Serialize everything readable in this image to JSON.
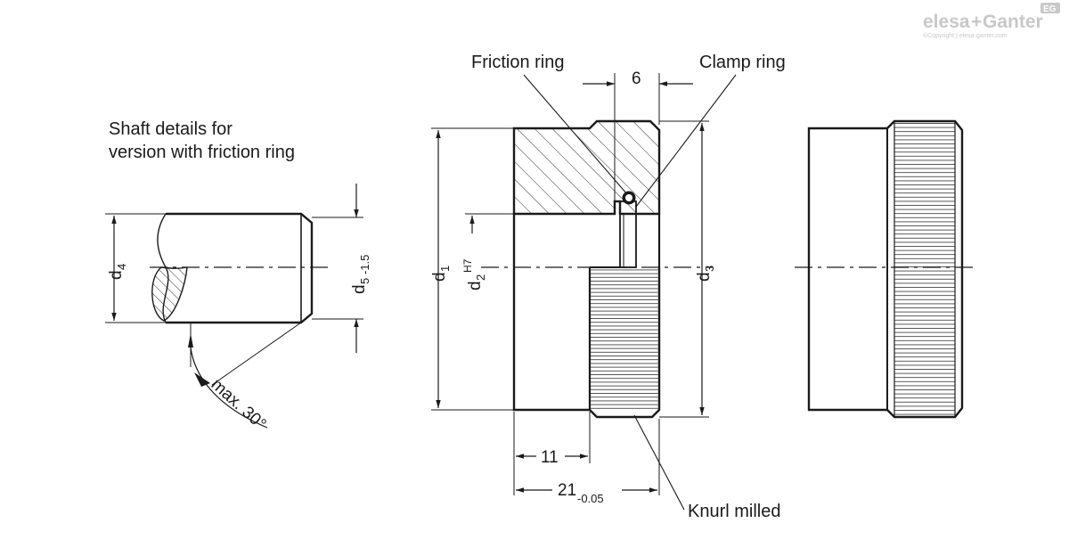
{
  "logo": {
    "brand_left": "elesa",
    "brand_plus": "+",
    "brand_right": "Ganter",
    "badge": "EG",
    "copyright": "©Copyright | elesa-ganter.com"
  },
  "shaft_detail": {
    "title_line1": "Shaft details for",
    "title_line2": "version with friction ring",
    "d4": {
      "main": "d",
      "sub": "4"
    },
    "d5": {
      "main": "d",
      "sub": "5",
      "tol": "-1.5"
    },
    "angle": "max. 30°"
  },
  "section_view": {
    "friction_ring": "Friction ring",
    "clamp_ring": "Clamp ring",
    "dim_6": "6",
    "d1": {
      "main": "d",
      "sub": "1"
    },
    "d2": {
      "main": "d",
      "sub": "2",
      "sup": "H7"
    },
    "d3": {
      "main": "d",
      "sub": "3"
    },
    "dim_11": "11",
    "dim_21": {
      "main": "21",
      "tol": "-0.05"
    },
    "knurl": "Knurl milled"
  },
  "colors": {
    "line": "#1a1a1a",
    "logo": "#c8c8c8",
    "background": "#ffffff"
  }
}
